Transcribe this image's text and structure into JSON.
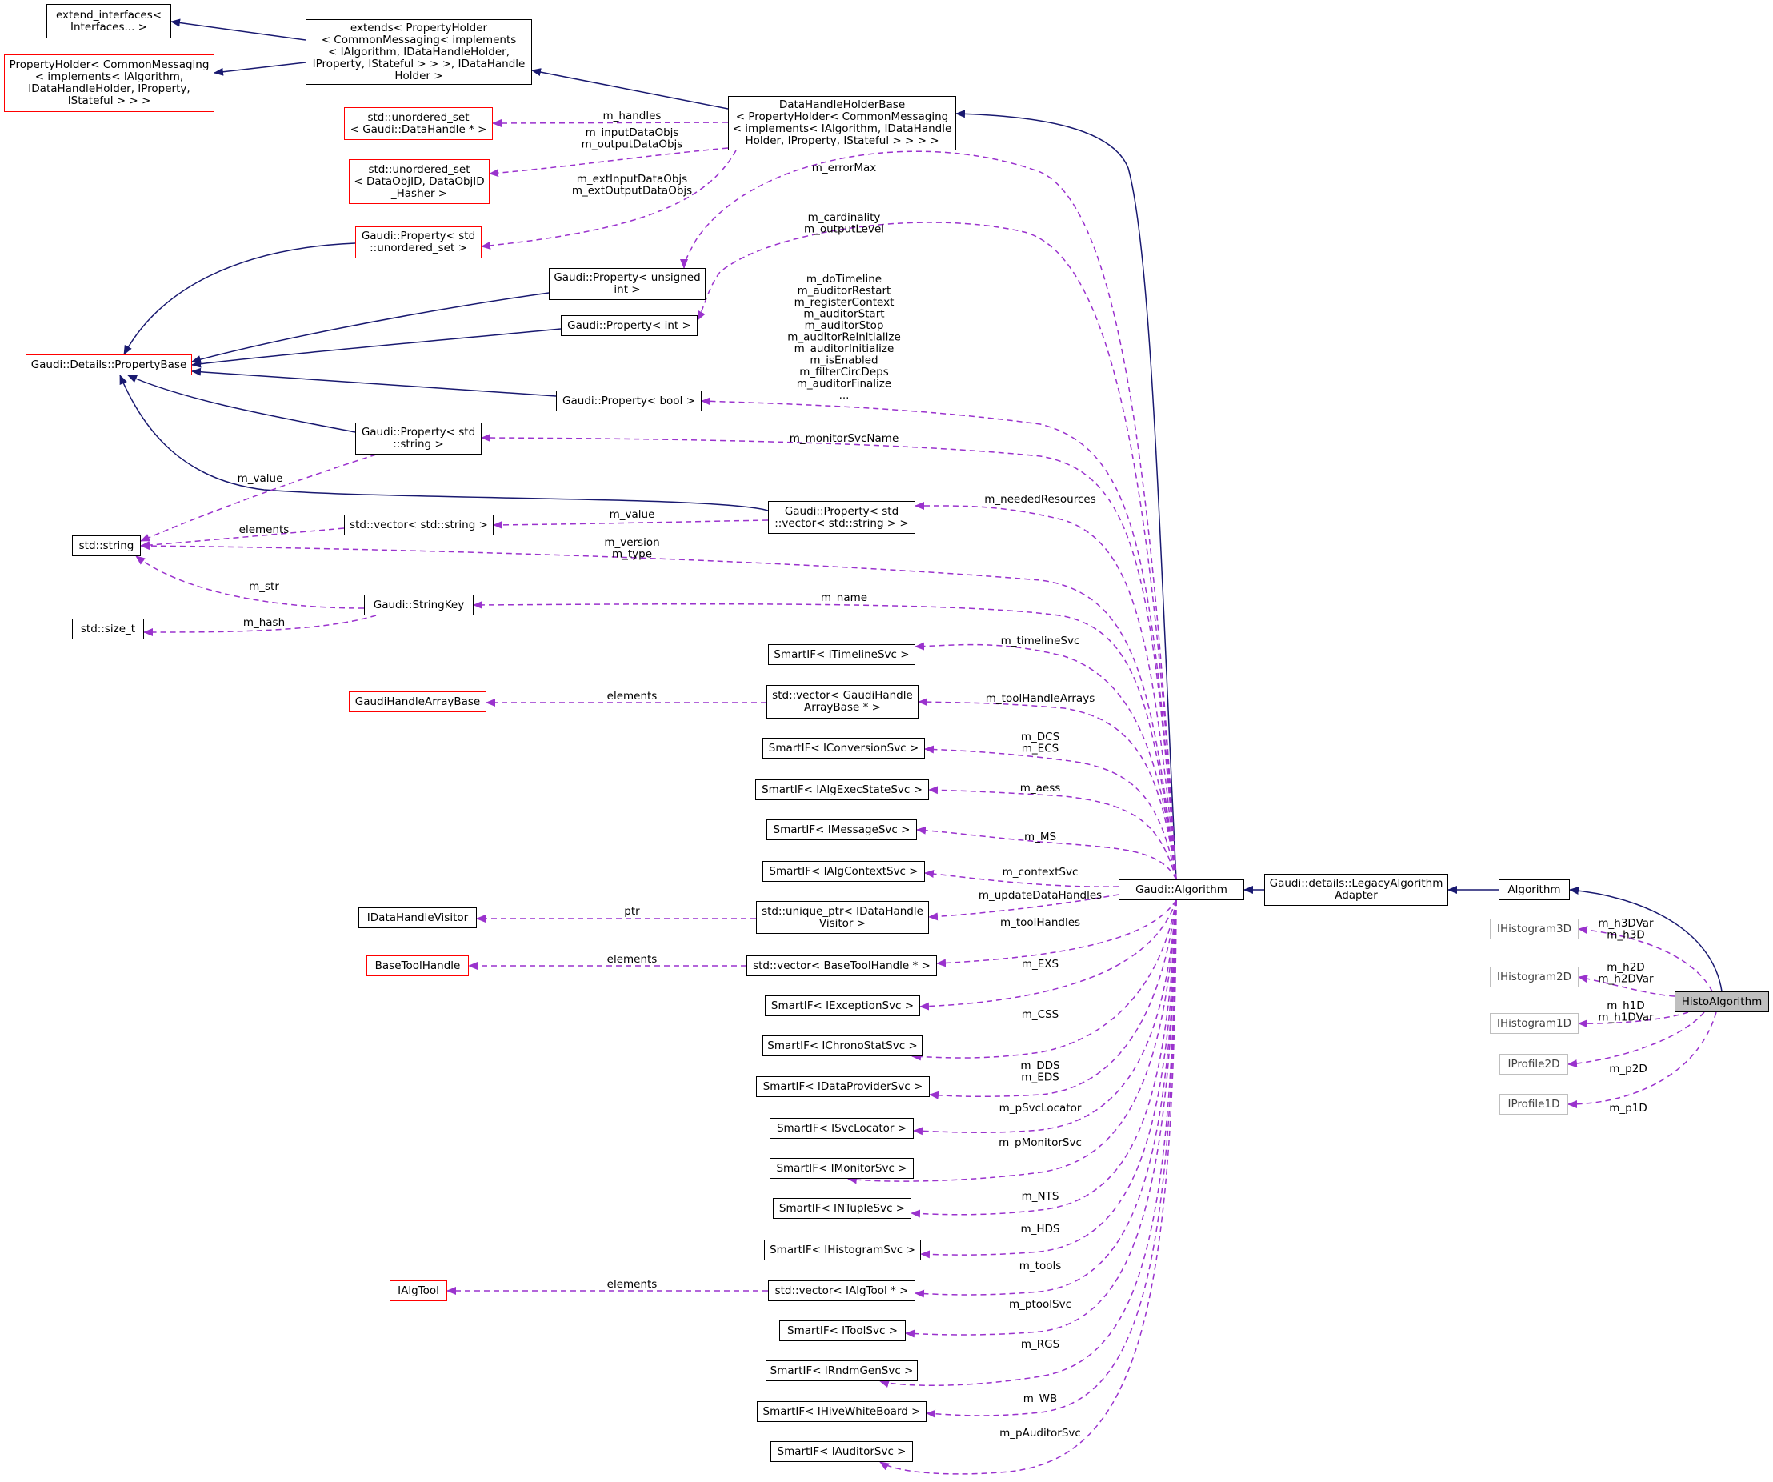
{
  "nodes": {
    "extend_interfaces": "extend_interfaces<\nInterfaces... >",
    "propertyholder_cm": "PropertyHolder< CommonMessaging\n< implements< IAlgorithm,\nIDataHandleHolder, IProperty,\nIStateful > > >",
    "extends_ph": "extends< PropertyHolder\n< CommonMessaging< implements\n< IAlgorithm, IDataHandleHolder,\nIProperty, IStateful > > >, IDataHandle\nHolder >",
    "datahandleholderbase": "DataHandleHolderBase\n< PropertyHolder< CommonMessaging\n< implements< IAlgorithm, IDataHandle\nHolder, IProperty, IStateful > > > >",
    "unordered_set_dh": "std::unordered_set\n< Gaudi::DataHandle * >",
    "unordered_set_dobj": "std::unordered_set\n< DataObjID, DataObjID\n_Hasher >",
    "prop_unordered_set": "Gaudi::Property< std\n::unordered_set >",
    "prop_unsigned": "Gaudi::Property< unsigned\nint >",
    "prop_int": "Gaudi::Property< int >",
    "propertybase": "Gaudi::Details::PropertyBase",
    "prop_bool": "Gaudi::Property< bool >",
    "prop_string": "Gaudi::Property< std\n::string >",
    "prop_vector_string": "Gaudi::Property< std\n::vector< std::string > >",
    "vector_string": "std::vector< std::string >",
    "std_string": "std::string",
    "stringkey": "Gaudi::StringKey",
    "size_t": "std::size_t",
    "smartif_timeline": "SmartIF< ITimelineSvc >",
    "gaudihandlearraybase": "GaudiHandleArrayBase",
    "vector_gaudihandle": "std::vector< GaudiHandle\nArrayBase * >",
    "smartif_conversion": "SmartIF< IConversionSvc >",
    "smartif_algexec": "SmartIF< IAlgExecStateSvc >",
    "smartif_message": "SmartIF< IMessageSvc >",
    "smartif_algcontext": "SmartIF< IAlgContextSvc >",
    "idatahandlevisitor": "IDataHandleVisitor",
    "unique_ptr_visitor": "std::unique_ptr< IDataHandle\nVisitor >",
    "basetoolhandle": "BaseToolHandle",
    "vector_basetool": "std::vector< BaseToolHandle * >",
    "smartif_exception": "SmartIF< IExceptionSvc >",
    "smartif_chrono": "SmartIF< IChronoStatSvc >",
    "smartif_dataprovider": "SmartIF< IDataProviderSvc >",
    "smartif_svclocator": "SmartIF< ISvcLocator >",
    "smartif_monitor": "SmartIF< IMonitorSvc >",
    "smartif_ntuple": "SmartIF< INTupleSvc >",
    "smartif_histogram": "SmartIF< IHistogramSvc >",
    "ialgtool": "IAlgTool",
    "vector_ialgtool": "std::vector< IAlgTool * >",
    "smartif_tool": "SmartIF< IToolSvc >",
    "smartif_rndm": "SmartIF< IRndmGenSvc >",
    "smartif_hive": "SmartIF< IHiveWhiteBoard >",
    "smartif_auditor": "SmartIF< IAuditorSvc >",
    "gaudi_algorithm": "Gaudi::Algorithm",
    "legacy_adapter": "Gaudi::details::LegacyAlgorithm\nAdapter",
    "algorithm": "Algorithm",
    "ihistogram3d": "IHistogram3D",
    "ihistogram2d": "IHistogram2D",
    "ihistogram1d": "IHistogram1D",
    "iprofile2d": "IProfile2D",
    "iprofile1d": "IProfile1D",
    "histoalgorithm": "HistoAlgorithm"
  },
  "edge_labels": {
    "m_handles": "m_handles",
    "m_inputdataobjs": "m_inputDataObjs\nm_outputDataObjs",
    "m_extinputdataobjs": "m_extInputDataObjs\nm_extOutputDataObjs",
    "m_errormax": "m_errorMax",
    "m_cardinality": "m_cardinality\nm_outputLevel",
    "m_bool_props": "m_doTimeline\nm_auditorRestart\nm_registerContext\nm_auditorStart\nm_auditorStop\nm_auditorReinitialize\nm_auditorInitialize\nm_isEnabled\nm_filterCircDeps\nm_auditorFinalize\n...",
    "m_monitorsvcname": "m_monitorSvcName",
    "m_value_1": "m_value",
    "m_neededresources": "m_neededResources",
    "elements_1": "elements",
    "m_value_2": "m_value",
    "m_version": "m_version\nm_type",
    "m_str": "m_str",
    "m_name": "m_name",
    "m_hash": "m_hash",
    "m_timelinesvc": "m_timelineSvc",
    "elements_2": "elements",
    "m_toolhandlearrays": "m_toolHandleArrays",
    "m_dcs": "m_DCS\nm_ECS",
    "m_aess": "m_aess",
    "m_ms": "m_MS",
    "m_contextsvc": "m_contextSvc",
    "ptr": "ptr",
    "m_updatedatahandles": "m_updateDataHandles",
    "elements_3": "elements",
    "m_toolhandles": "m_toolHandles",
    "m_exs": "m_EXS",
    "m_css": "m_CSS",
    "m_dds": "m_DDS\nm_EDS",
    "m_psvclocator": "m_pSvcLocator",
    "m_pmonitorsvc": "m_pMonitorSvc",
    "m_nts": "m_NTS",
    "m_hds": "m_HDS",
    "elements_4": "elements",
    "m_tools": "m_tools",
    "m_ptoolsvc": "m_ptoolSvc",
    "m_rgs": "m_RGS",
    "m_wb": "m_WB",
    "m_pauditorsvc": "m_pAuditorSvc",
    "m_h3dvar": "m_h3DVar\nm_h3D",
    "m_h2d": "m_h2D\nm_h2DVar",
    "m_h1d": "m_h1D\nm_h1DVar",
    "m_p2d": "m_p2D",
    "m_p1d": "m_p1D"
  },
  "colors": {
    "inheritance": "#191970",
    "usage": "#9a32cd",
    "missing_border": "#ff0000",
    "undocumented_border": "#bfbfbf",
    "focus_fill": "#bfbfbf"
  }
}
